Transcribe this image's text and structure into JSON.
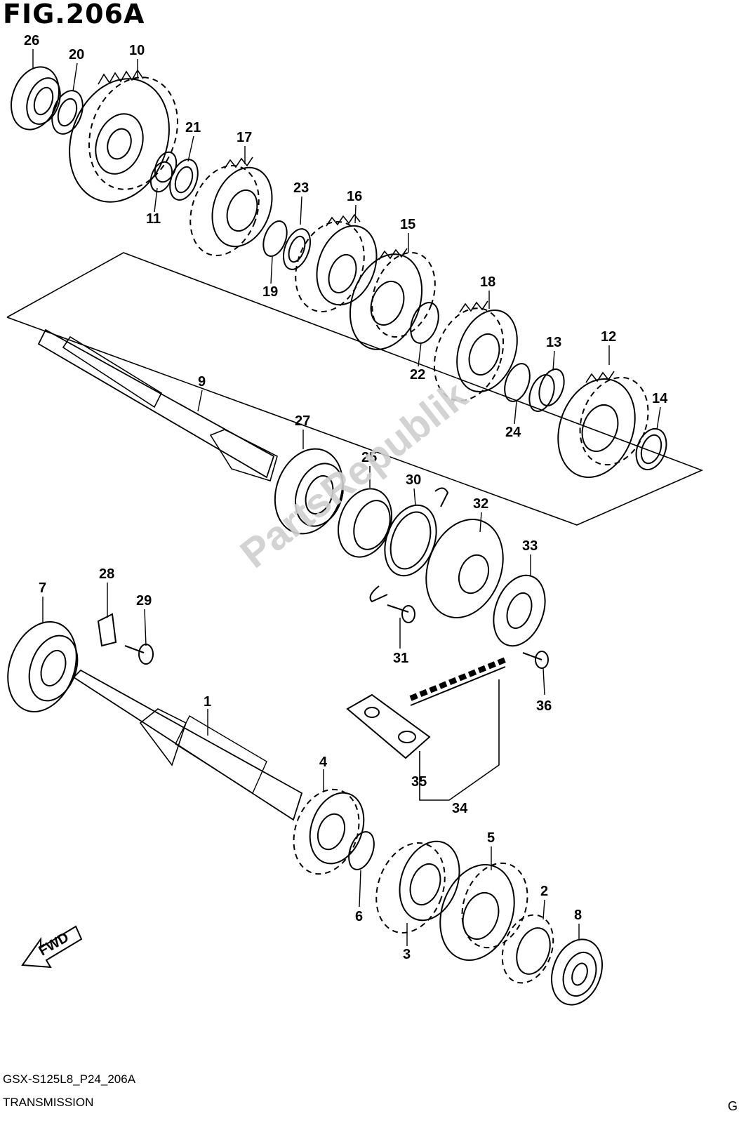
{
  "figure": {
    "title": "FIG.206A",
    "code": "GSX-S125L8_P24_206A",
    "subtitle": "TRANSMISSION",
    "corner": "G",
    "watermark": "PartsRepublik",
    "direction_label": "FWD"
  },
  "callouts": [
    "26",
    "20",
    "10",
    "21",
    "17",
    "11",
    "23",
    "16",
    "19",
    "15",
    "18",
    "9",
    "22",
    "13",
    "12",
    "14",
    "24",
    "27",
    "25",
    "30",
    "32",
    "33",
    "7",
    "28",
    "29",
    "31",
    "36",
    "1",
    "35",
    "34",
    "4",
    "5",
    "2",
    "8",
    "6",
    "3"
  ],
  "line_color": "#000000",
  "watermark_color": "#cfcfcf"
}
